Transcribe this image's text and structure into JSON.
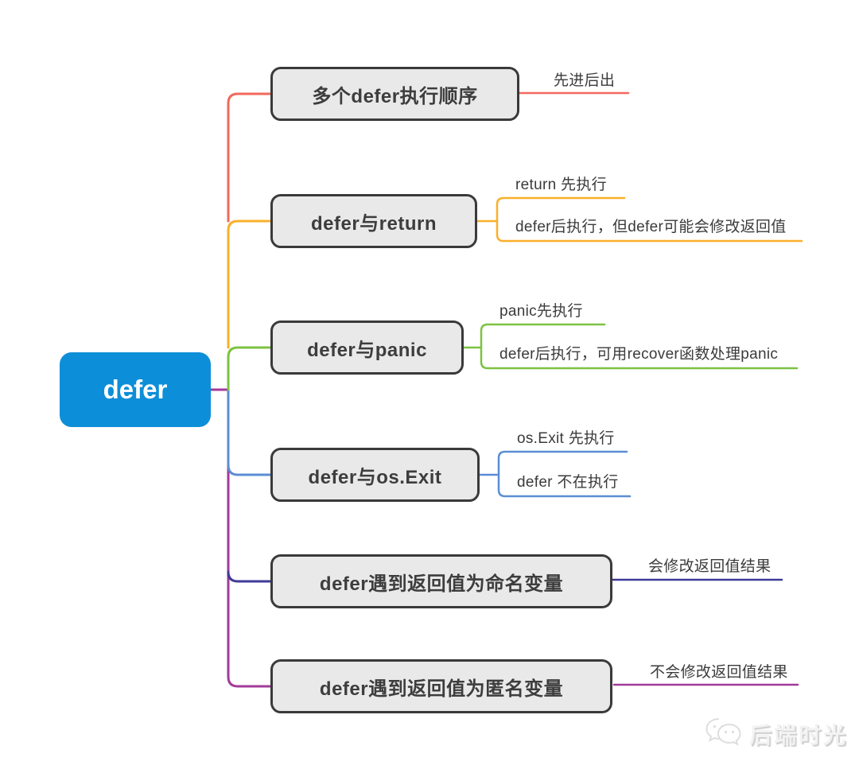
{
  "root": {
    "label": "defer",
    "color": "#0d8ed8",
    "text_color": "#ffffff"
  },
  "node_style": {
    "fill": "#e9e9e9",
    "border": "#3a3a3a",
    "text": "#3d3d3d"
  },
  "branches": [
    {
      "label": "多个defer执行顺序",
      "color": "#f2695c",
      "children": [
        {
          "label": "先进后出"
        }
      ]
    },
    {
      "label": "defer与return",
      "color": "#f9b02c",
      "children": [
        {
          "label": "return 先执行"
        },
        {
          "label": "defer后执行，但defer可能会修改返回值"
        }
      ]
    },
    {
      "label": "defer与panic",
      "color": "#7cc242",
      "children": [
        {
          "label": "panic先执行"
        },
        {
          "label": "defer后执行，可用recover函数处理panic"
        }
      ]
    },
    {
      "label": "defer与os.Exit",
      "color": "#5b8dd4",
      "children": [
        {
          "label": "os.Exit 先执行"
        },
        {
          "label": "defer 不在执行"
        }
      ]
    },
    {
      "label": "defer遇到返回值为命名变量",
      "color": "#3e3a99",
      "children": [
        {
          "label": "会修改返回值结果"
        }
      ]
    },
    {
      "label": "defer遇到返回值为匿名变量",
      "color": "#a23a99",
      "children": [
        {
          "label": "不会修改返回值结果"
        }
      ]
    }
  ],
  "watermark": {
    "label": "后端时光",
    "icon": "wechat-icon"
  }
}
